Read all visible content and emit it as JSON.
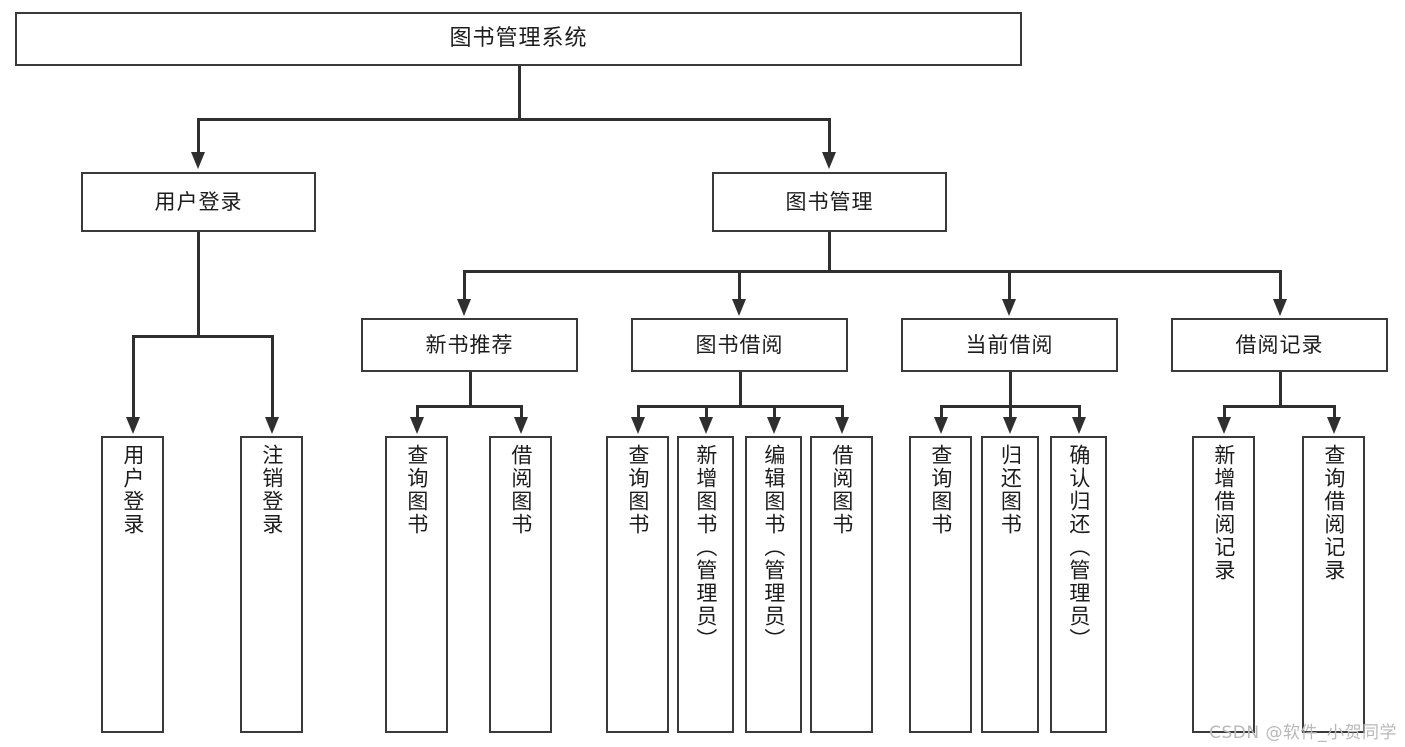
{
  "diagram": {
    "title": "图书管理系统",
    "root": {
      "label": "图书管理系统"
    },
    "level2": [
      {
        "label": "用户登录"
      },
      {
        "label": "图书管理"
      }
    ],
    "level3": [
      {
        "label": "新书推荐"
      },
      {
        "label": "图书借阅"
      },
      {
        "label": "当前借阅"
      },
      {
        "label": "借阅记录"
      }
    ],
    "leaves": {
      "user_login": [
        {
          "label": "用户登录"
        },
        {
          "label": "注销登录"
        }
      ],
      "new_book_recommend": [
        {
          "label": "查询图书"
        },
        {
          "label": "借阅图书"
        }
      ],
      "book_borrow": [
        {
          "label": "查询图书"
        },
        {
          "label": "新增图书（管理员）"
        },
        {
          "label": "编辑图书（管理员）"
        },
        {
          "label": "借阅图书"
        }
      ],
      "current_borrow": [
        {
          "label": "查询图书"
        },
        {
          "label": "归还图书"
        },
        {
          "label": "确认归还（管理员）"
        }
      ],
      "borrow_record": [
        {
          "label": "新增借阅记录"
        },
        {
          "label": "查询借阅记录"
        }
      ]
    }
  },
  "watermark": {
    "text": "CSDN @软件_小贺同学"
  },
  "colors": {
    "box_border": "#3a3a3a",
    "connector": "#2f2f2f",
    "background": "#ffffff",
    "text": "#1c1c1c",
    "watermark": "#b9b9b9"
  }
}
